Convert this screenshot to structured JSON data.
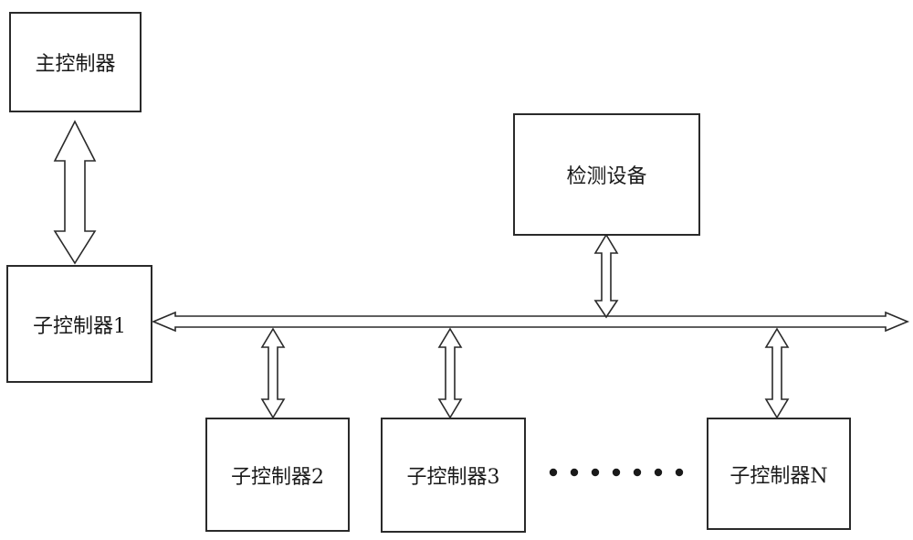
{
  "nodes": {
    "main_controller": "主控制器",
    "detection_device": "检测设备",
    "sub_controller_1": "子控制器1",
    "sub_controller_2": "子控制器2",
    "sub_controller_3": "子控制器3",
    "sub_controller_n": "子控制器N"
  },
  "ellipsis_dot_count": 7,
  "colors": {
    "stroke": "#2a2a2a",
    "text": "#1a1a1a",
    "arrow_fill": "#ffffff"
  }
}
